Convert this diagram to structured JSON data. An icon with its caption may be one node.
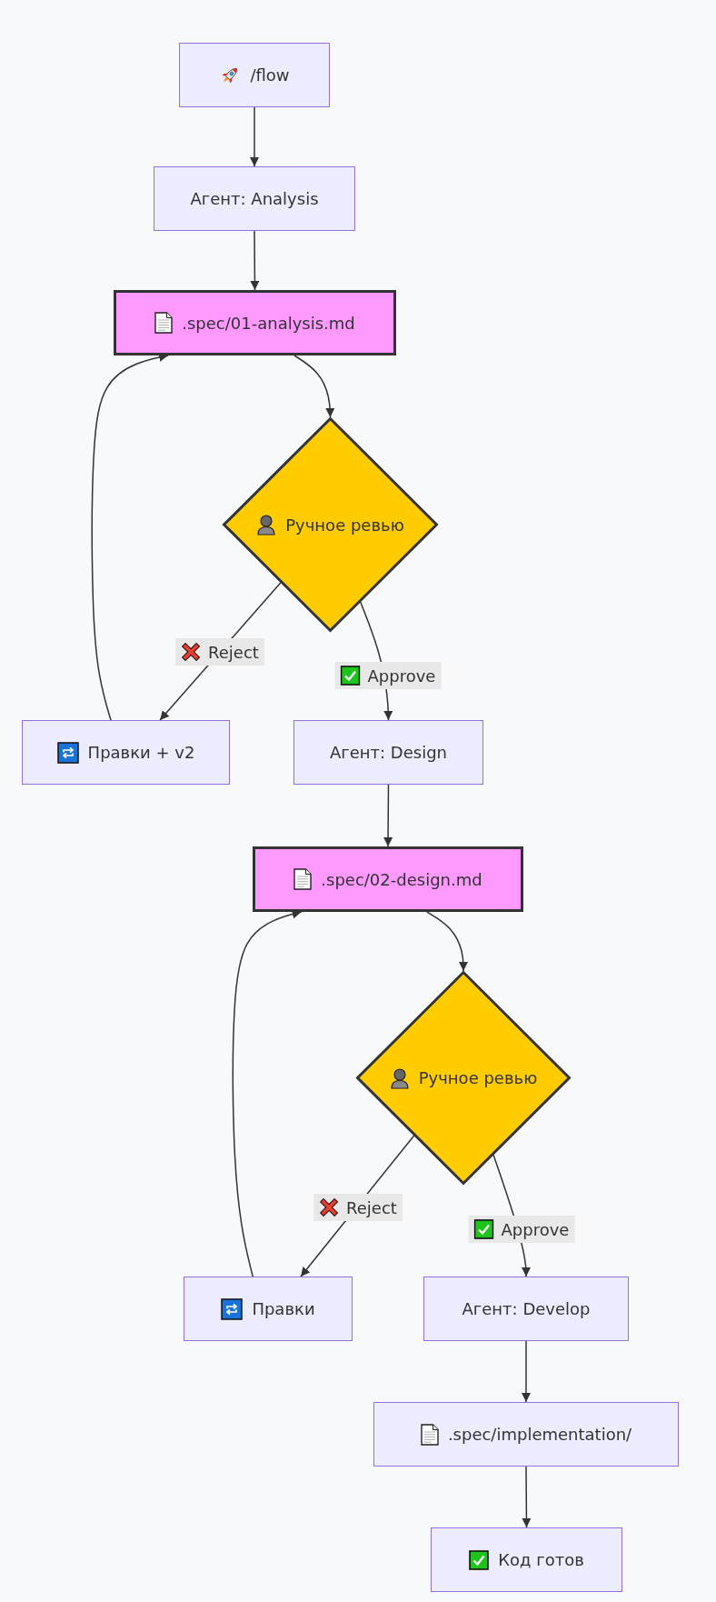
{
  "diagram": {
    "nodes": [
      {
        "text": [
          "/flow"
        ]
      },
      {
        "text": [
          "Агент: Analysis"
        ]
      },
      {
        "text": [
          ".spec/01-analysis.md"
        ]
      },
      {
        "text": [
          "Ручное ревью"
        ]
      },
      {
        "text": [
          "Правки + v2"
        ]
      },
      {
        "text": [
          "Агент: Design"
        ]
      },
      {
        "text": [
          ".spec/02-design.md"
        ]
      },
      {
        "text": [
          "Ручное ревью"
        ]
      },
      {
        "text": [
          "Правки"
        ]
      },
      {
        "text": [
          "Агент: Develop"
        ]
      },
      {
        "text": [
          ".spec/implementation/"
        ]
      },
      {
        "text": [
          "Код готов"
        ]
      }
    ],
    "edges": [
      {
        "from": 0,
        "to": 1,
        "arrow": "to"
      },
      {
        "from": 1,
        "to": 2,
        "arrow": "to"
      },
      {
        "from": 2,
        "to": 3,
        "arrow": "to"
      },
      {
        "from": 3,
        "to": 4,
        "arrow": "to",
        "label": "Reject"
      },
      {
        "from": 3,
        "to": 5,
        "arrow": "to",
        "label": "Approve"
      },
      {
        "from": 4,
        "to": 2,
        "arrow": "to"
      },
      {
        "from": 5,
        "to": 6,
        "arrow": "to"
      },
      {
        "from": 6,
        "to": 7,
        "arrow": "to"
      },
      {
        "from": 7,
        "to": 8,
        "arrow": "to",
        "label": "Reject"
      },
      {
        "from": 7,
        "to": 9,
        "arrow": "to",
        "label": "Approve"
      },
      {
        "from": 8,
        "to": 6,
        "arrow": "to"
      },
      {
        "from": 9,
        "to": 10,
        "arrow": "to"
      },
      {
        "from": 10,
        "to": 11,
        "arrow": "to"
      }
    ]
  }
}
